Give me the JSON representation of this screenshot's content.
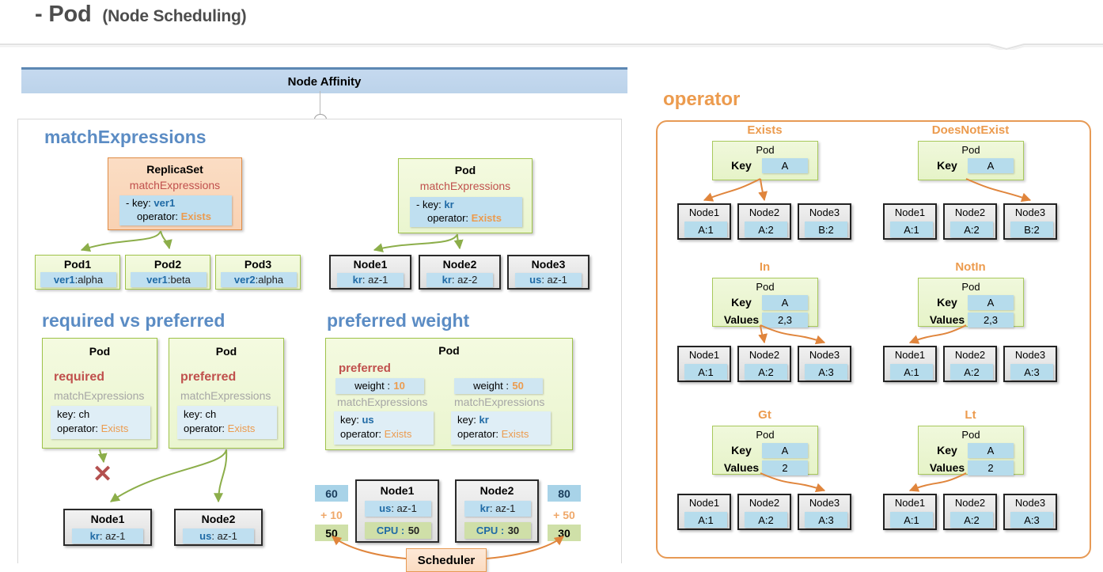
{
  "header": {
    "bullet": "-",
    "title": "Pod",
    "subtitle": "(Node Scheduling)"
  },
  "banner": {
    "label": "Node Affinity"
  },
  "sections": {
    "matchExpressions": {
      "heading": "matchExpressions"
    },
    "requiredVsPreferred": {
      "heading": "required vs preferred"
    },
    "preferredWeight": {
      "heading": "preferred weight"
    }
  },
  "replicaset": {
    "title": "ReplicaSet",
    "subtitle": "matchExpressions",
    "key_label": "- key:",
    "key_value": "ver1",
    "op_label": "operator:",
    "op_value": "Exists"
  },
  "pods_row": [
    {
      "name": "Pod1",
      "chip": "ver1",
      "chip_rest": ":alpha"
    },
    {
      "name": "Pod2",
      "chip": "ver1",
      "chip_rest": ":beta"
    },
    {
      "name": "Pod3",
      "chip": "ver2",
      "chip_rest": ":alpha"
    }
  ],
  "pod_match": {
    "title": "Pod",
    "subtitle": "matchExpressions",
    "key_label": "- key:",
    "key_value": "kr",
    "op_label": "operator:",
    "op_value": "Exists"
  },
  "nodes_row": [
    {
      "name": "Node1",
      "k": "kr",
      "v": ": az-1"
    },
    {
      "name": "Node2",
      "k": "kr",
      "v": ": az-2"
    },
    {
      "name": "Node3",
      "k": "us",
      "v": ": az-1"
    }
  ],
  "req_pref": {
    "left": {
      "title": "Pod",
      "mode": "required",
      "match": "matchExpressions",
      "key_line": "key: ch",
      "op_label": "operator:",
      "op_value": "Exists"
    },
    "right": {
      "title": "Pod",
      "mode": "preferred",
      "match": "matchExpressions",
      "key_line": "key: ch",
      "op_label": "operator:",
      "op_value": "Exists"
    },
    "target_nodes": [
      {
        "name": "Node1",
        "k": "kr",
        "v": ": az-1"
      },
      {
        "name": "Node2",
        "k": "us",
        "v": ": az-1"
      }
    ],
    "reject_mark": "✕"
  },
  "pref_weight": {
    "pod_title": "Pod",
    "mode": "preferred",
    "entries": [
      {
        "weight_label": "weight :",
        "weight_value": "10",
        "match": "matchExpressions",
        "key_label": "key:",
        "key_value": "us",
        "op_label": "operator:",
        "op_value": "Exists"
      },
      {
        "weight_label": "weight :",
        "weight_value": "50",
        "match": "matchExpressions",
        "key_label": "key:",
        "key_value": "kr",
        "op_label": "operator:",
        "op_value": "Exists"
      }
    ],
    "nodes": [
      {
        "name": "Node1",
        "k": "us",
        "v": ": az-1",
        "cpu_label": "CPU :",
        "cpu_value": "50",
        "score_total": "60",
        "score_add": "+ 10",
        "score_base": "50"
      },
      {
        "name": "Node2",
        "k": "kr",
        "v": ": az-1",
        "cpu_label": "CPU :",
        "cpu_value": "30",
        "score_total": "80",
        "score_add": "+ 50",
        "score_base": "30"
      }
    ],
    "scheduler": "Scheduler"
  },
  "operator": {
    "title": "operator",
    "groups": [
      {
        "name": "Exists",
        "pod": {
          "title": "Pod",
          "rows": [
            {
              "label": "Key",
              "value": "A"
            }
          ]
        },
        "nodes": [
          {
            "name": "Node1",
            "chip": "A:1"
          },
          {
            "name": "Node2",
            "chip": "A:2"
          },
          {
            "name": "Node3",
            "chip": "B:2"
          }
        ],
        "arrows_to": [
          0,
          1
        ]
      },
      {
        "name": "DoesNotExist",
        "pod": {
          "title": "Pod",
          "rows": [
            {
              "label": "Key",
              "value": "A"
            }
          ]
        },
        "nodes": [
          {
            "name": "Node1",
            "chip": "A:1"
          },
          {
            "name": "Node2",
            "chip": "A:2"
          },
          {
            "name": "Node3",
            "chip": "B:2"
          }
        ],
        "arrows_to": [
          2
        ]
      },
      {
        "name": "In",
        "pod": {
          "title": "Pod",
          "rows": [
            {
              "label": "Key",
              "value": "A"
            },
            {
              "label": "Values",
              "value": "2,3"
            }
          ]
        },
        "nodes": [
          {
            "name": "Node1",
            "chip": "A:1"
          },
          {
            "name": "Node2",
            "chip": "A:2"
          },
          {
            "name": "Node3",
            "chip": "A:3"
          }
        ],
        "arrows_to": [
          1,
          2
        ]
      },
      {
        "name": "NotIn",
        "pod": {
          "title": "Pod",
          "rows": [
            {
              "label": "Key",
              "value": "A"
            },
            {
              "label": "Values",
              "value": "2,3"
            }
          ]
        },
        "nodes": [
          {
            "name": "Node1",
            "chip": "A:1"
          },
          {
            "name": "Node2",
            "chip": "A:2"
          },
          {
            "name": "Node3",
            "chip": "A:3"
          }
        ],
        "arrows_to": [
          0
        ]
      },
      {
        "name": "Gt",
        "pod": {
          "title": "Pod",
          "rows": [
            {
              "label": "Key",
              "value": "A"
            },
            {
              "label": "Values",
              "value": "2"
            }
          ]
        },
        "nodes": [
          {
            "name": "Node1",
            "chip": "A:1"
          },
          {
            "name": "Node2",
            "chip": "A:2"
          },
          {
            "name": "Node3",
            "chip": "A:3"
          }
        ],
        "arrows_to": [
          2
        ]
      },
      {
        "name": "Lt",
        "pod": {
          "title": "Pod",
          "rows": [
            {
              "label": "Key",
              "value": "A"
            },
            {
              "label": "Values",
              "value": "2"
            }
          ]
        },
        "nodes": [
          {
            "name": "Node1",
            "chip": "A:1"
          },
          {
            "name": "Node2",
            "chip": "A:2"
          },
          {
            "name": "Node3",
            "chip": "A:3"
          }
        ],
        "arrows_to": [
          0
        ]
      }
    ]
  },
  "colors": {
    "accent_blue": "#5b8cc4",
    "accent_orange": "#ec9b4e",
    "accent_red": "#c0504d",
    "banner_blue": "#c5d9ef",
    "chip_blue": "#bfdff0",
    "pod_green": "#eaf5cf"
  }
}
